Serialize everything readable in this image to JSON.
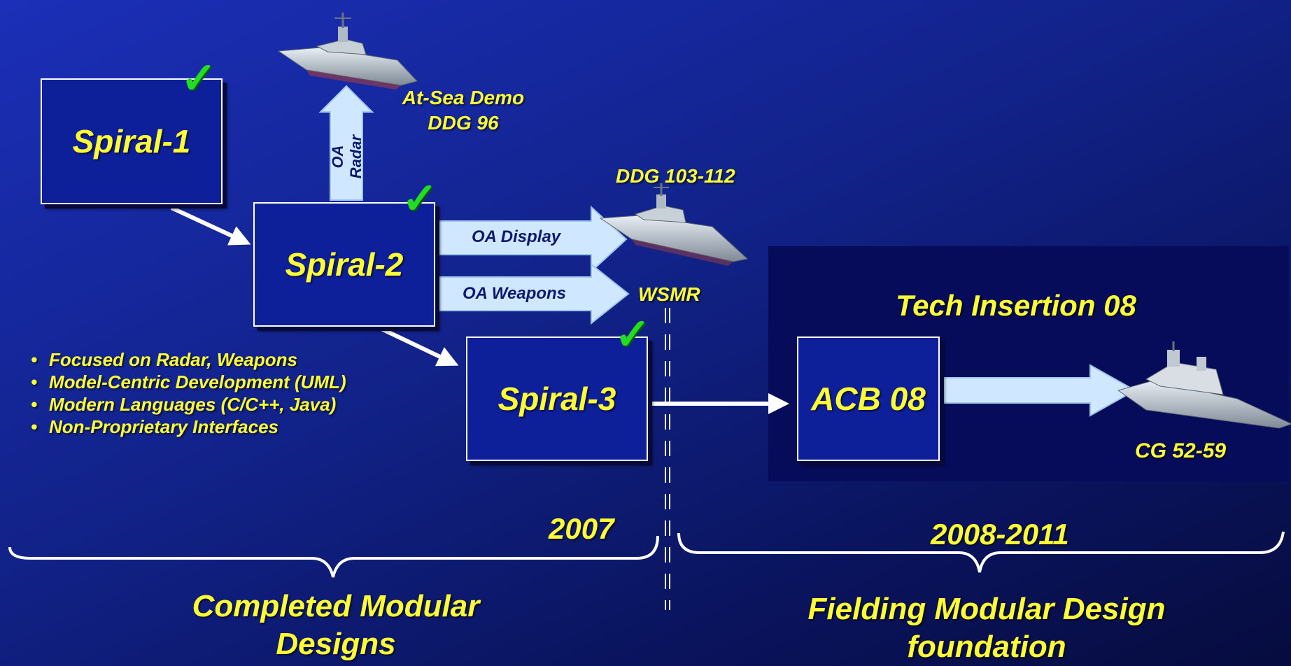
{
  "boxes": {
    "spiral1": "Spiral-1",
    "spiral2": "Spiral-2",
    "spiral3": "Spiral-3",
    "acb08": "ACB 08"
  },
  "arrows": {
    "oa_radar": "OA Radar",
    "oa_display": "OA Display",
    "oa_weapons": "OA Weapons"
  },
  "labels": {
    "at_sea_demo_line1": "At-Sea Demo",
    "at_sea_demo_line2": "DDG 96",
    "ddg_103_112": "DDG 103-112",
    "wsmr": "WSMR",
    "cg_52_59": "CG 52-59",
    "tech_insertion": "Tech Insertion 08"
  },
  "bullets": [
    "Focused on Radar, Weapons",
    "Model-Centric Development (UML)",
    "Modern Languages (C/C++, Java)",
    "Non-Proprietary Interfaces"
  ],
  "timeline": {
    "left_year": "2007",
    "right_year": "2008-2011",
    "left_caption_line1": "Completed Modular",
    "left_caption_line2": "Designs",
    "right_caption_line1": "Fielding Modular Design",
    "right_caption_line2": "foundation"
  },
  "icons": [
    "checkmark-icon",
    "destroyer-ship-icon",
    "cruiser-ship-icon"
  ],
  "colors": {
    "background": "#112288",
    "box_fill": "#0e1f9a",
    "text_highlight": "#ffff33",
    "check": "#22dd22",
    "arrow_fill": "#cfe8ff",
    "panel": "#070c5a"
  }
}
